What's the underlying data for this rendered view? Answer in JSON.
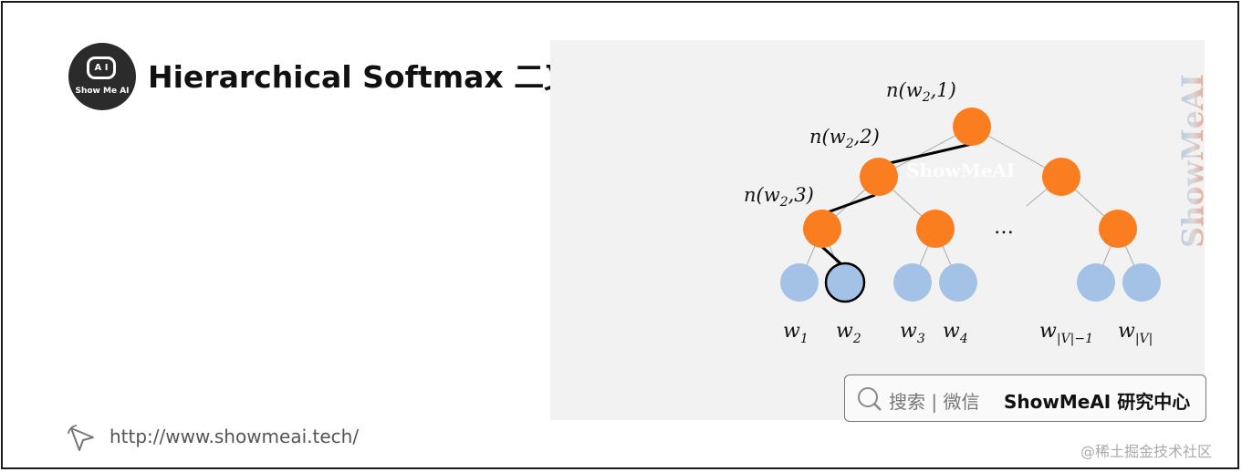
{
  "header": {
    "logo_text": "Show Me AI",
    "logo_face": "A I",
    "title": "Hierarchical Softmax 二叉树示意图"
  },
  "diagram": {
    "node_labels": [
      {
        "base": "n(w",
        "sub": "2",
        "rest": ",1)"
      },
      {
        "base": "n(w",
        "sub": "2",
        "rest": ",2)"
      },
      {
        "base": "n(w",
        "sub": "2",
        "rest": ",3)"
      }
    ],
    "ellipsis": "…",
    "leaf_labels": [
      {
        "base": "w",
        "sub": "1"
      },
      {
        "base": "w",
        "sub": "2"
      },
      {
        "base": "w",
        "sub": "3"
      },
      {
        "base": "w",
        "sub": "4"
      },
      {
        "base": "w",
        "sub": "|V|−1"
      },
      {
        "base": "w",
        "sub": "|V|"
      }
    ],
    "watermark": "ShowMeAI",
    "colors": {
      "inner_node": "#fa7d20",
      "leaf_node": "#a4c2e6",
      "highlight_path": "#000000",
      "edge": "#aaaaaa"
    }
  },
  "search_bar": {
    "placeholder": "搜索 | 微信",
    "brand": "ShowMeAI 研究中心"
  },
  "footer": {
    "url": "http://www.showmeai.tech/",
    "credit": "@稀土掘金技术社区"
  },
  "side_watermark": "ShowMeAI"
}
